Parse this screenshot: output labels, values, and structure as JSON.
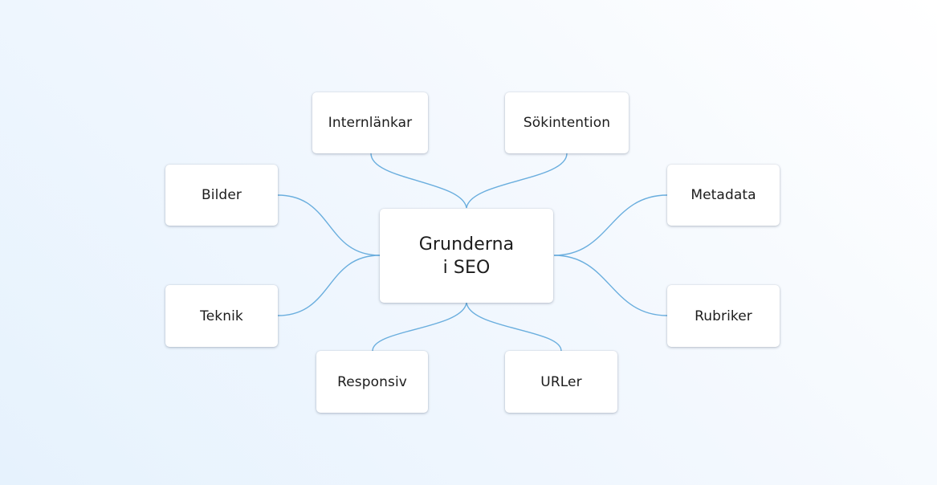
{
  "diagram": {
    "center": {
      "label": "Grunderna\ni SEO"
    },
    "nodes": {
      "internlankar": "Internlänkar",
      "sokintention": "Sökintention",
      "bilder": "Bilder",
      "metadata": "Metadata",
      "teknik": "Teknik",
      "rubriker": "Rubriker",
      "responsiv": "Responsiv",
      "urler": "URLer"
    }
  },
  "colors": {
    "connector": "#6aaede",
    "node_background": "#ffffff",
    "text": "#1c1c1c",
    "background_light": "#ffffff",
    "background_tint": "#e6f2fd"
  }
}
